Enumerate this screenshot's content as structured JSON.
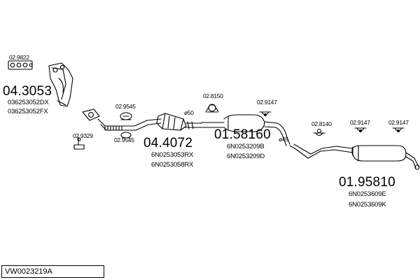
{
  "diagram_code": "VW0023219A",
  "parts": [
    {
      "number": "04.3053",
      "oem_refs": [
        "036253052DX",
        "036253052FX"
      ]
    },
    {
      "number": "04.4072",
      "oem_refs": [
        "6N0253053RX",
        "6N0253058RX"
      ]
    },
    {
      "number": "01.58160",
      "oem_refs": [
        "6N0253209B",
        "6N0253209D"
      ]
    },
    {
      "number": "01.95810",
      "oem_refs": [
        "6N0253609E",
        "6N0253609K"
      ]
    }
  ],
  "accessories": {
    "a1": "02.9822",
    "a2": "02.9545",
    "a3": "02.9329",
    "a4": "02.9545",
    "a5": "02.8150",
    "a6": "02.9147",
    "a7": "02.8140",
    "a8": "02.9147",
    "a9": "02.9147"
  },
  "pipe_diameters": {
    "d1": "ø50",
    "d2": "ø45"
  }
}
